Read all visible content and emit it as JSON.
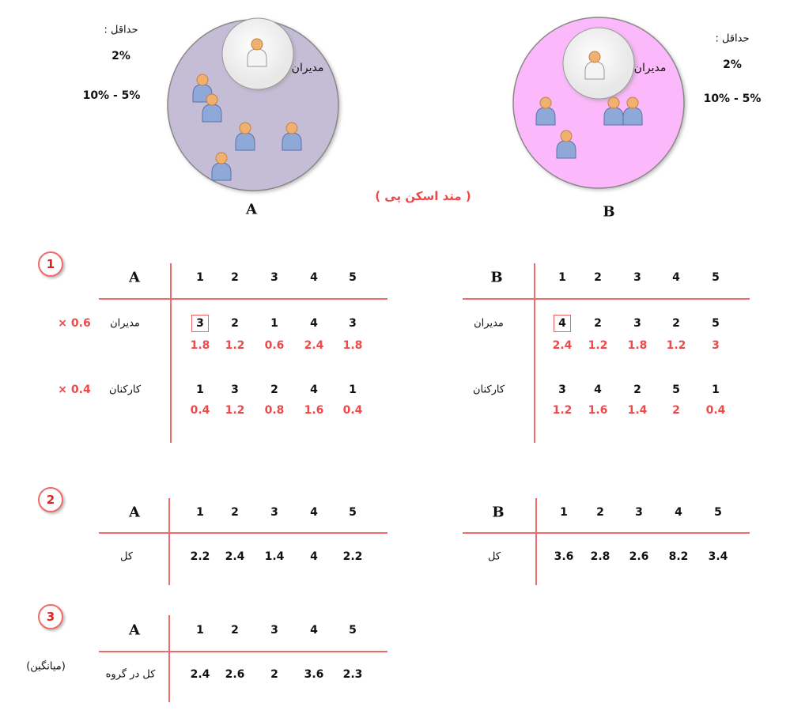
{
  "colors": {
    "accent": "#f26a6a",
    "circle_a": "#c5bdd6",
    "circle_b": "#fbb8fb"
  },
  "title": "( متد اسکن پی )",
  "groupA": {
    "label": "A",
    "min_label": "حداقل :",
    "min_value": "2%",
    "range": "10% - 5%",
    "managers": "مدیران"
  },
  "groupB": {
    "label": "B",
    "min_label": "حداقل :",
    "min_value": "2%",
    "range": "10% - 5%",
    "managers": "مدیران"
  },
  "step1": {
    "badge": "1",
    "weights": [
      "× 0.6",
      "× 0.4"
    ],
    "A": {
      "header": "A",
      "cols": [
        "1",
        "2",
        "3",
        "4",
        "5"
      ],
      "rows": [
        {
          "label": "مدیران",
          "values": [
            "3",
            "2",
            "1",
            "4",
            "3"
          ],
          "weighted": [
            "1.8",
            "1.2",
            "0.6",
            "2.4",
            "1.8"
          ]
        },
        {
          "label": "کارکنان",
          "values": [
            "1",
            "3",
            "2",
            "4",
            "1"
          ],
          "weighted": [
            "0.4",
            "1.2",
            "0.8",
            "1.6",
            "0.4"
          ]
        }
      ]
    },
    "B": {
      "header": "B",
      "cols": [
        "1",
        "2",
        "3",
        "4",
        "5"
      ],
      "rows": [
        {
          "label": "مدیران",
          "values": [
            "4",
            "2",
            "3",
            "2",
            "5"
          ],
          "weighted": [
            "2.4",
            "1.2",
            "1.8",
            "1.2",
            "3"
          ]
        },
        {
          "label": "کارکنان",
          "values": [
            "3",
            "4",
            "2",
            "5",
            "1"
          ],
          "weighted": [
            "1.2",
            "1.6",
            "1.4",
            "2",
            "0.4"
          ]
        }
      ]
    }
  },
  "step2": {
    "badge": "2",
    "A": {
      "header": "A",
      "cols": [
        "1",
        "2",
        "3",
        "4",
        "5"
      ],
      "row_label": "کل",
      "values": [
        "2.2",
        "2.4",
        "1.4",
        "4",
        "2.2"
      ]
    },
    "B": {
      "header": "B",
      "cols": [
        "1",
        "2",
        "3",
        "4",
        "5"
      ],
      "row_label": "کل",
      "values": [
        "3.6",
        "2.8",
        "2.6",
        "8.2",
        "3.4"
      ]
    }
  },
  "step3": {
    "badge": "3",
    "note": "(میانگین)",
    "A": {
      "header": "A",
      "cols": [
        "1",
        "2",
        "3",
        "4",
        "5"
      ],
      "row_label": "کل در گروه",
      "values": [
        "2.4",
        "2.6",
        "2",
        "3.6",
        "2.3"
      ]
    }
  }
}
